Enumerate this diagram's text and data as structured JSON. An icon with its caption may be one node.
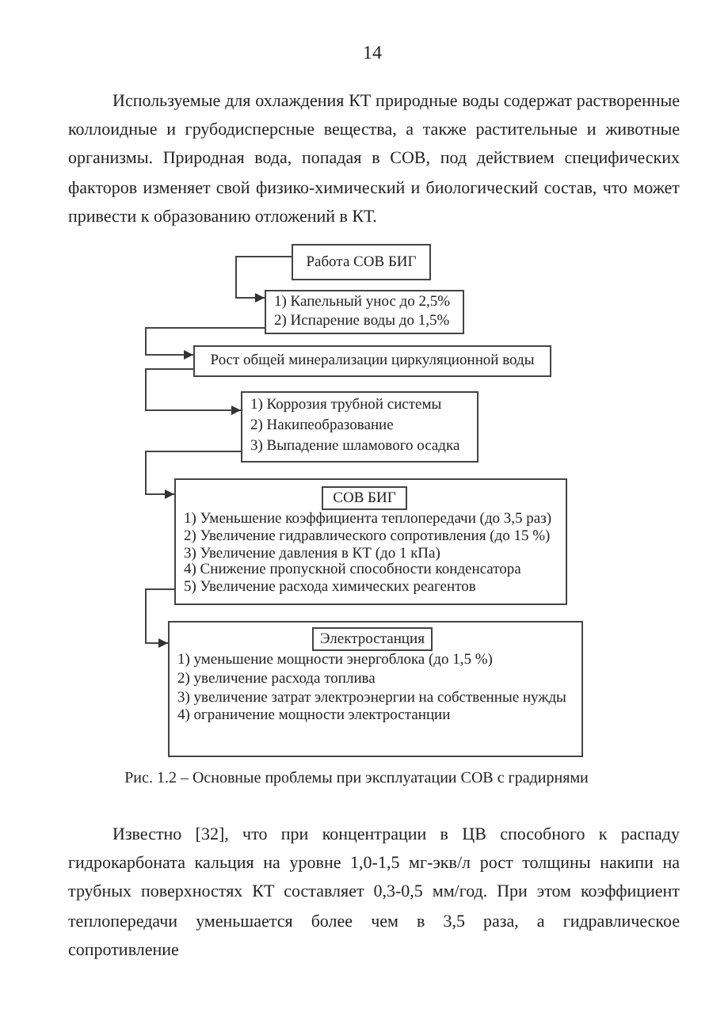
{
  "diagram": {
    "caption": "Рис. 1.2 – Основные проблемы при эксплуатации СОВ с градирнями",
    "nodes": [
      {
        "text": [
          "Работа СОВ БИГ"
        ]
      },
      {
        "text": [
          "1) Капельный унос до 2,5%",
          "2) Испарение воды до 1,5%"
        ]
      },
      {
        "text": [
          "Рост общей минерализации циркуляционной воды"
        ]
      },
      {
        "text": [
          "1) Коррозия трубной системы",
          "2) Накипеобразование",
          "3) Выпадение шламового осадка"
        ]
      },
      {
        "text": [
          "1) Уменьшение коэффициента теплопередачи (до 3,5 раз)",
          "2) Увеличение гидравлического сопротивления (до 15 %)",
          "3) Увеличение давления в КТ (до 1 кПа)",
          "4) Снижение пропускной способности конденсатора",
          "5) Увеличение расхода химических реагентов"
        ]
      },
      {
        "text": [
          "СОВ БИГ"
        ],
        "in": 4
      },
      {
        "text": [
          "1) уменьшение мощности энергоблока (до 1,5 %)",
          "2) увеличение расхода топлива",
          "3) увеличение затрат электроэнергии на собственные нужды",
          "4) ограничение мощности электростанции"
        ]
      },
      {
        "text": [
          "Электростанция"
        ],
        "in": 6
      }
    ],
    "edges": [
      {
        "from": 0,
        "to": 1,
        "arrow": "to"
      },
      {
        "from": 1,
        "to": 2,
        "arrow": "to"
      },
      {
        "from": 2,
        "to": 3,
        "arrow": "to"
      },
      {
        "from": 3,
        "to": 4,
        "arrow": "to"
      },
      {
        "from": 4,
        "to": 6,
        "arrow": "to"
      }
    ],
    "labels": [
      "14",
      "Используемые для охлаждения КТ природные воды содержат растворенные коллоидные и грубодисперсные вещества, а также растительные и животные организмы. Природная вода, попадая в СОВ, под действием специфических факторов изменяет свой физико-химический и биологический состав, что может привести к образованию отложений в КТ.",
      "Известно [32], что при концентрации в ЦВ способного к распаду гидрокарбоната кальция на уровне 1,0-1,5 мг-экв/л рост толщины накипи на трубных поверхностях КТ составляет 0,3-0,5 мм/год. При этом коэффициент теплопередачи уменьшается более чем в 3,5 раза, а гидравлическое сопротивление"
    ]
  }
}
